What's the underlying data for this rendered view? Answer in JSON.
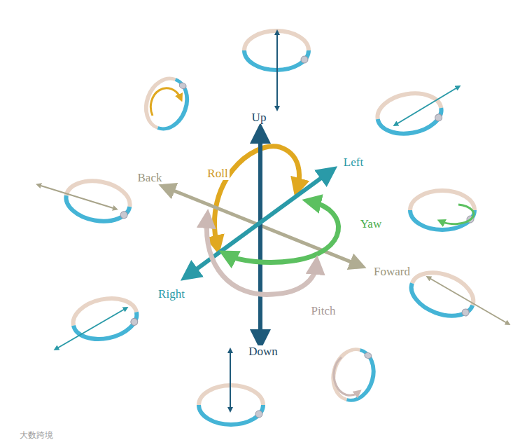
{
  "diagram": {
    "labels": [
      "Up",
      "Down",
      "Left",
      "Right",
      "Back",
      "Foward",
      "Roll",
      "Yaw",
      "Pitch",
      "大数跨境"
    ]
  }
}
